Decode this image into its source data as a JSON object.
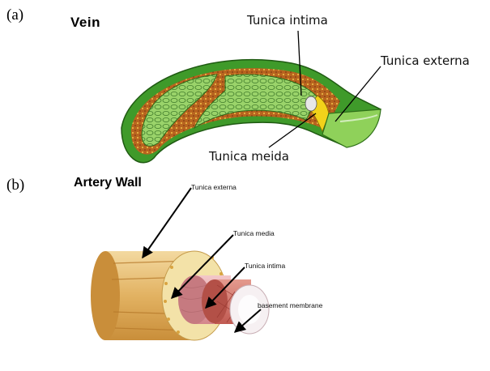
{
  "panel_a": {
    "marker": "(a)",
    "title": "Vein",
    "labels": {
      "tunica_intima": "Tunica intima",
      "tunica_externa": "Tunica externa",
      "tunica_media": "Tunica meida"
    }
  },
  "panel_b": {
    "marker": "(b)",
    "title": "Artery Wall",
    "labels": {
      "tunica_externa": "Tunica externa",
      "tunica_media": "Tunica media",
      "tunica_intima": "Tunica intima",
      "basement_membrane": "basement membrane"
    }
  },
  "colors": {
    "outer_green": "#3f9a2a",
    "light_green": "#8fd15a",
    "brown_layer": "#a5581c",
    "yellow_intima": "#f2d21a",
    "tan_externa": "#e8c27a",
    "pink_media": "#e3a1a6",
    "red_intima": "#cf6a62"
  }
}
